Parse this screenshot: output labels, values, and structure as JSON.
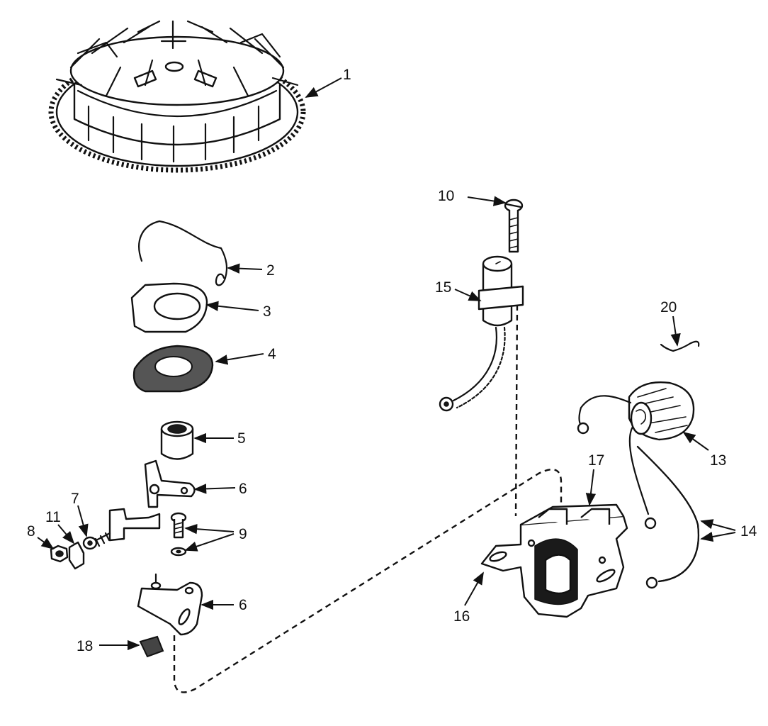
{
  "callouts": {
    "c1": "1",
    "c2": "2",
    "c3": "3",
    "c4": "4",
    "c5": "5",
    "c6a": "6",
    "c6b": "6",
    "c7": "7",
    "c8": "8",
    "c9": "9",
    "c10": "10",
    "c11": "11",
    "c13": "13",
    "c14": "14",
    "c15": "15",
    "c16": "16",
    "c17": "17",
    "c18": "18",
    "c20": "20"
  },
  "colors": {
    "ink": "#111111",
    "paper": "#ffffff"
  }
}
